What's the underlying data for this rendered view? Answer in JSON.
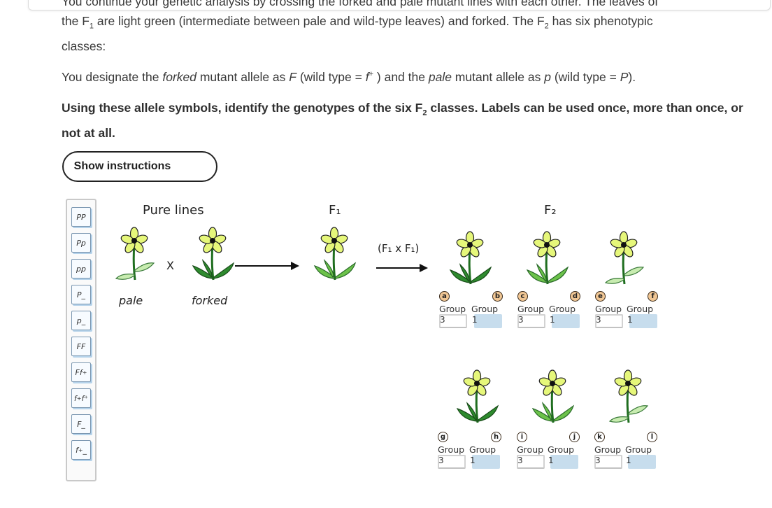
{
  "intro": {
    "line1": "You continue your genetic analysis by crossing the forked and pale mutant lines with each other. The leaves of",
    "line2_pre": "the F",
    "line2_sub": "1",
    "line2_post": " are light green (intermediate between pale and wild-type leaves) and forked. The F",
    "line2_sub2": "2",
    "line2_end": " has six phenotypic",
    "line3": "classes:"
  },
  "designation": {
    "a": "You designate the ",
    "forked": "forked",
    "b": " mutant allele as ",
    "F": "F",
    "c": " (wild type = ",
    "fplus": "f",
    "plus": "+",
    "d": " ) and the ",
    "pale": "pale",
    "e": " mutant allele as ",
    "p": "p",
    "f": " (wild type = ",
    "P": "P",
    "g": ")."
  },
  "prompt": {
    "a": "Using these allele symbols, identify the genotypes of the six F",
    "sub": "2",
    "b": " classes. Labels can be used once, more than once, or not at all."
  },
  "show_instructions": "Show instructions",
  "labels": [
    {
      "base": "PP",
      "sup": "",
      "tail": ""
    },
    {
      "base": "Pp",
      "sup": "",
      "tail": ""
    },
    {
      "base": "pp",
      "sup": "",
      "tail": ""
    },
    {
      "base": "P_",
      "sup": "",
      "tail": ""
    },
    {
      "base": "p_",
      "sup": "",
      "tail": ""
    },
    {
      "base": "FF",
      "sup": "",
      "tail": ""
    },
    {
      "base": "Ff",
      "sup": "+",
      "tail": ""
    },
    {
      "base": "f",
      "sup": "+",
      "tail": "f⁺"
    },
    {
      "base": "F_",
      "sup": "",
      "tail": ""
    },
    {
      "base": "f",
      "sup": "+",
      "tail": "_"
    }
  ],
  "diagram": {
    "pure_lines": "Pure lines",
    "f1": "F₁",
    "f2": "F₂",
    "cross_x": "X",
    "f1xf1": "(F₁ x F₁)",
    "pale": "pale",
    "forked": "forked"
  },
  "dropzones": {
    "group_word": "Group",
    "group3": "3",
    "group1": "1",
    "letters": [
      "a",
      "b",
      "c",
      "d",
      "e",
      "f",
      "g",
      "h",
      "i",
      "j",
      "k",
      "l"
    ]
  },
  "colors": {
    "leaf_dark": "#2e8b2e",
    "leaf_light": "#c8ecb0",
    "leaf_mid": "#6cc24a",
    "petal": "#e6f77a",
    "label_shadow": "#b4d2ea",
    "group1_fill": "#c7dded",
    "letter_fill": "#f0c694"
  }
}
